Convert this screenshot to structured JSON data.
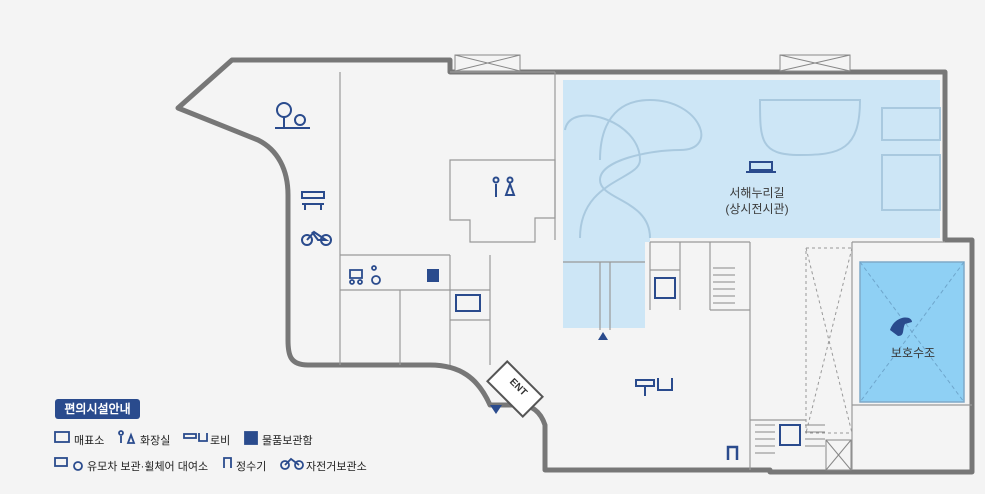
{
  "map": {
    "areas": {
      "exhibit": {
        "name": "서해누리길",
        "sub": "(상시전시관)"
      },
      "tank": {
        "name": "보호수조"
      }
    },
    "entrance_label": "ENT",
    "colors": {
      "wall": "#707070",
      "pool": "#cde6f6",
      "tank": "#8fd0f4",
      "icon": "#2a4b8d"
    }
  },
  "legend": {
    "title": "편의시설안내",
    "items": [
      {
        "icon": "ticket-booth-icon",
        "label": "매표소"
      },
      {
        "icon": "restroom-icon",
        "label": "화장실"
      },
      {
        "icon": "lobby-sofa-icon",
        "label": "로비"
      },
      {
        "icon": "locker-icon",
        "label": "물품보관함"
      },
      {
        "icon": "stroller-wheelchair-icon",
        "label": "유모차 보관·휠체어 대여소"
      },
      {
        "icon": "water-fountain-icon",
        "label": "정수기"
      },
      {
        "icon": "bicycle-icon",
        "label": "자전거보관소"
      }
    ]
  }
}
